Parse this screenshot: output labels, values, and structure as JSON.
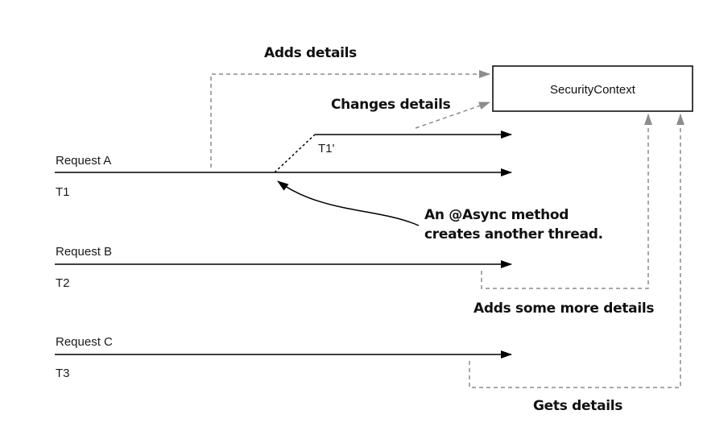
{
  "security_context": {
    "label": "SecurityContext"
  },
  "requests": [
    {
      "name": "Request A",
      "thread": "T1"
    },
    {
      "name": "Request B",
      "thread": "T2"
    },
    {
      "name": "Request C",
      "thread": "T3"
    }
  ],
  "async_thread": {
    "label": "T1'"
  },
  "annotations": {
    "adds_details": "Adds details",
    "changes_details": "Changes details",
    "async_line1": "An @Async method",
    "async_line2": "creates another thread.",
    "adds_more": "Adds some more details",
    "gets_details": "Gets details"
  },
  "colors": {
    "solid_line": "#000000",
    "dashed_line": "#8c8c8c",
    "text": "#111111"
  }
}
